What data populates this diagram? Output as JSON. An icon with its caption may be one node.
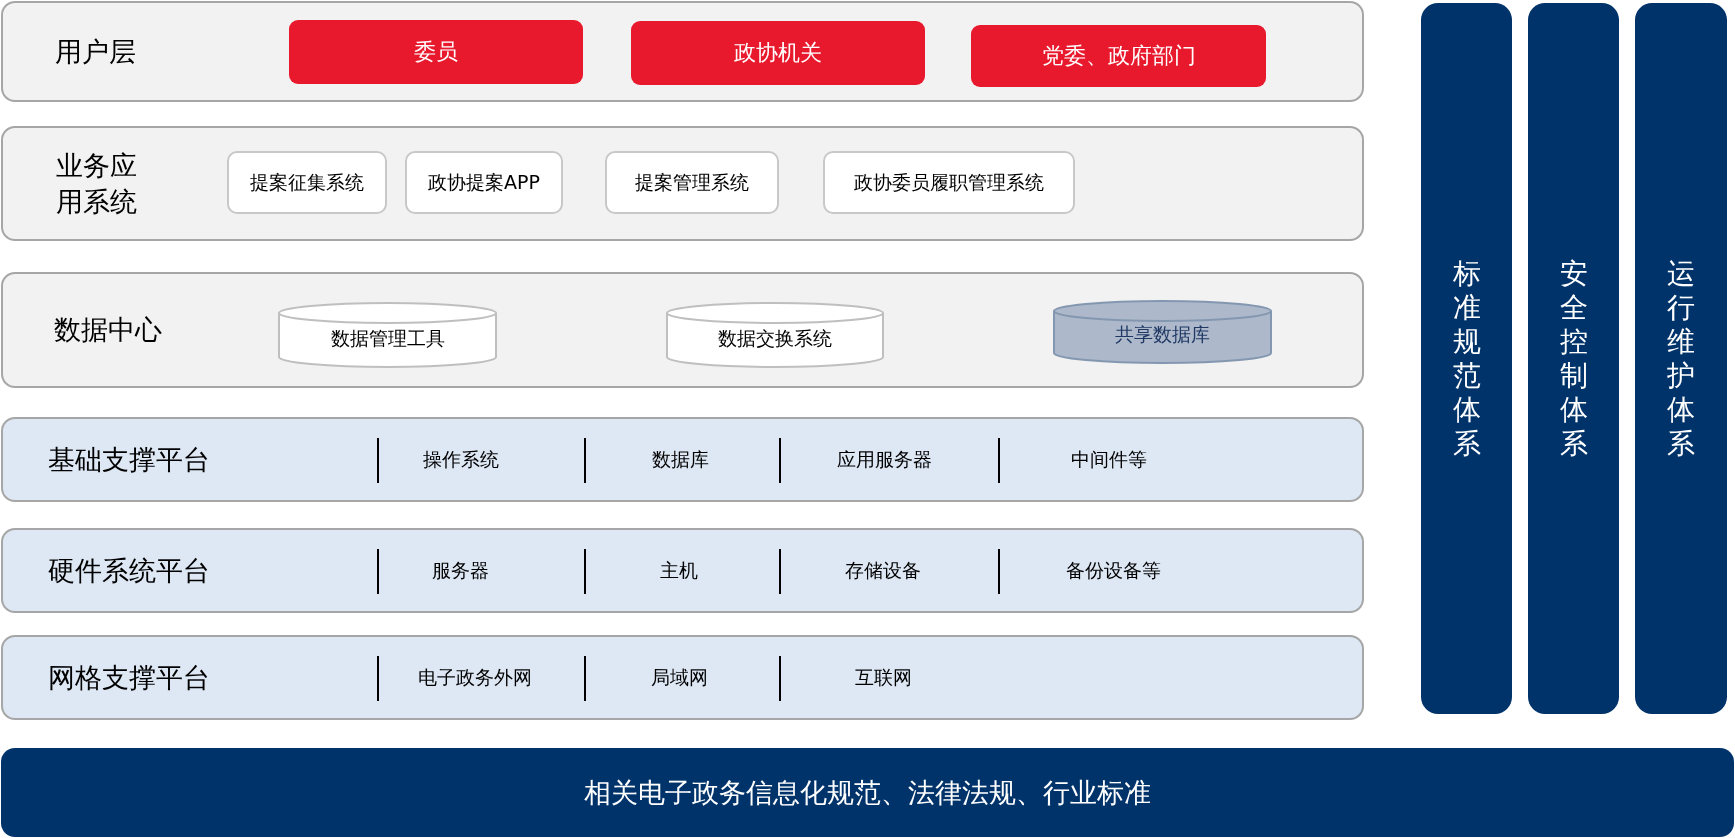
{
  "diagram": {
    "nodes": [
      {
        "text": [
          "用户层"
        ]
      },
      {
        "text": [
          "委员"
        ],
        "in": 0
      },
      {
        "text": [
          "政协机关"
        ],
        "in": 0
      },
      {
        "text": [
          "党委、政府部门"
        ],
        "in": 0
      },
      {
        "text": [
          "业务应用系统"
        ]
      },
      {
        "text": [
          "提案征集系统"
        ],
        "in": 4
      },
      {
        "text": [
          "政协提案APP"
        ],
        "in": 4
      },
      {
        "text": [
          "提案管理系统"
        ],
        "in": 4
      },
      {
        "text": [
          "政协委员履职管理系统"
        ],
        "in": 4
      },
      {
        "text": [
          "数据中心"
        ]
      },
      {
        "text": [
          "数据管理工具"
        ],
        "in": 9
      },
      {
        "text": [
          "数据交换系统"
        ],
        "in": 9
      },
      {
        "text": [
          "共享数据库"
        ],
        "in": 9
      },
      {
        "text": [
          "基础支撑平台",
          "操作系统",
          "数据库",
          "应用服务器",
          "中间件等"
        ]
      },
      {
        "text": [
          "硬件系统平台",
          "服务器",
          "主机",
          "存储设备",
          "备份设备等"
        ]
      },
      {
        "text": [
          "网格支撑平台",
          "电子政务外网",
          "局域网",
          "互联网"
        ]
      },
      {
        "text": [
          "标准规范体系"
        ]
      },
      {
        "text": [
          "安全控制体系"
        ]
      },
      {
        "text": [
          "运行维护体系"
        ]
      },
      {
        "text": [
          "相关电子政务信息化规范、法律法规、行业标准"
        ]
      }
    ]
  }
}
